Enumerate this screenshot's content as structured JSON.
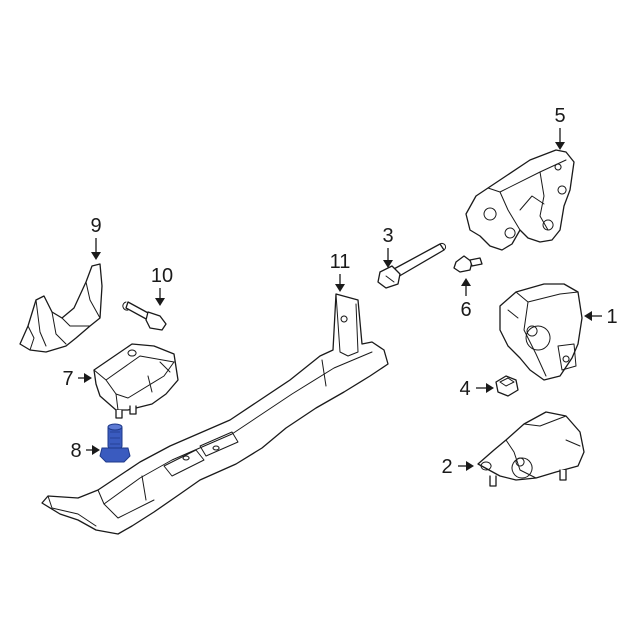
{
  "diagram": {
    "callouts": [
      {
        "id": "1",
        "label": "1"
      },
      {
        "id": "2",
        "label": "2"
      },
      {
        "id": "3",
        "label": "3"
      },
      {
        "id": "4",
        "label": "4"
      },
      {
        "id": "5",
        "label": "5"
      },
      {
        "id": "6",
        "label": "6"
      },
      {
        "id": "7",
        "label": "7"
      },
      {
        "id": "8",
        "label": "8"
      },
      {
        "id": "9",
        "label": "9"
      },
      {
        "id": "10",
        "label": "10"
      },
      {
        "id": "11",
        "label": "11"
      }
    ],
    "colors": {
      "line": "#1a1a1a",
      "background": "#ffffff",
      "highlight_part": "#3a5bbf",
      "highlight_dark": "#1f3a8a"
    },
    "highlighted_callout": "8"
  }
}
